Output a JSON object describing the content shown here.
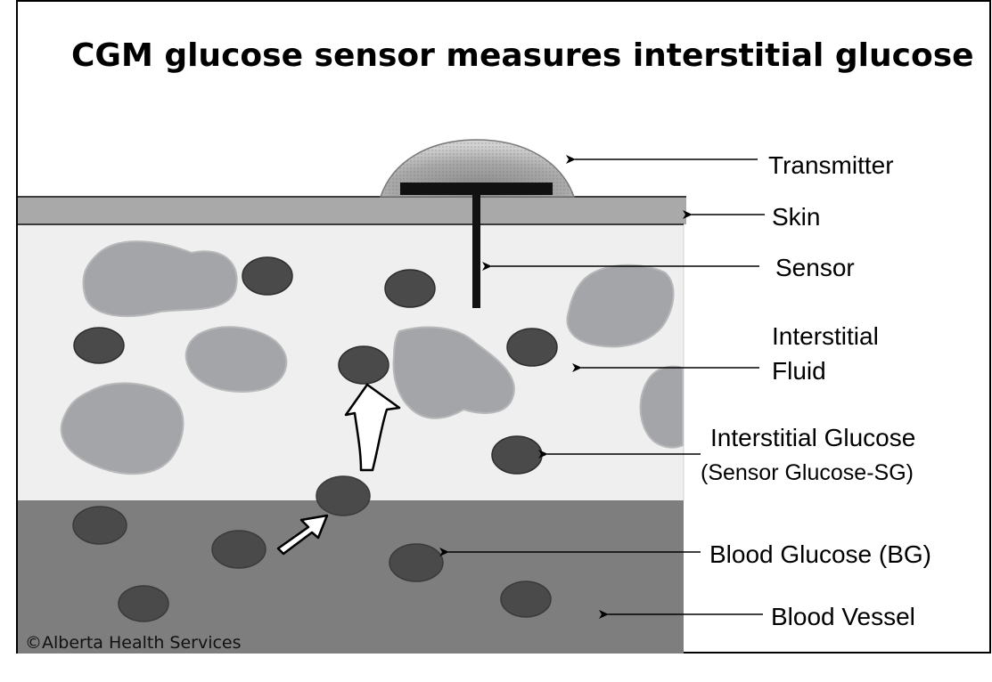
{
  "title": "CGM glucose sensor measures interstitial glucose",
  "labels": {
    "transmitter": "Transmitter",
    "skin": "Skin",
    "sensor": "Sensor",
    "interstitial_fluid_line1": "Interstitial",
    "interstitial_fluid_line2": "Fluid",
    "interstitial_glucose_line1": "Interstitial Glucose",
    "interstitial_glucose_line2": "(Sensor Glucose-SG)",
    "blood_glucose": "Blood Glucose (BG)",
    "blood_vessel": "Blood Vessel"
  },
  "copyright": "©Alberta Health Services",
  "colors": {
    "background": "#ffffff",
    "skin": "#a9a9a9",
    "interstitial": "#efefef",
    "cells": "#a3a5a8",
    "blood_vessel": "#7e7e7e",
    "glucose": "#4a4a4a",
    "transmitter": "#9a9a9a",
    "sensor": "#111111"
  }
}
